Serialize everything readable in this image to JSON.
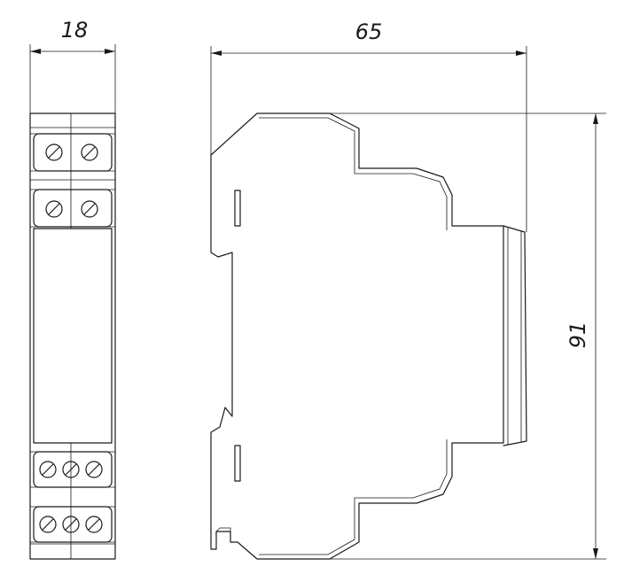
{
  "dimensions": {
    "width": "18",
    "length": "65",
    "height": "91"
  },
  "front_view": {
    "top_terminal_rows": 2,
    "top_screws_per_row": 2,
    "bottom_terminal_rows": 2,
    "bottom_screws_per_row": 3
  }
}
